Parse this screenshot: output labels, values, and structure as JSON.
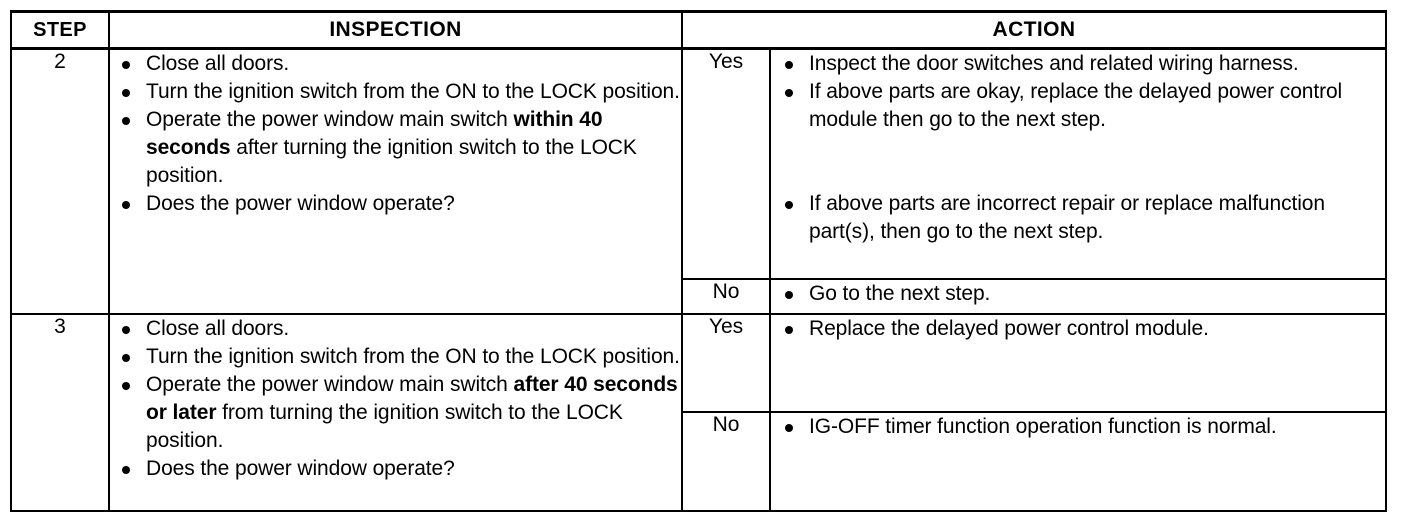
{
  "table": {
    "headers": {
      "step": "STEP",
      "inspection": "INSPECTION",
      "yes_no": "",
      "action": "ACTION"
    },
    "rows": [
      {
        "step": "2",
        "inspection": [
          {
            "parts": [
              {
                "text": "Close all doors.",
                "bold": false
              }
            ]
          },
          {
            "parts": [
              {
                "text": "Turn the ignition switch from the ON to the LOCK position.",
                "bold": false
              }
            ]
          },
          {
            "parts": [
              {
                "text": "Operate the power window main switch ",
                "bold": false
              },
              {
                "text": "within 40 seconds",
                "bold": true
              },
              {
                "text": " after turning the ignition switch to the LOCK position.",
                "bold": false
              }
            ]
          },
          {
            "parts": [
              {
                "text": "Does the power window operate?",
                "bold": false
              }
            ]
          }
        ],
        "branches": [
          {
            "label": "Yes",
            "action": [
              {
                "parts": [
                  {
                    "text": "Inspect the door switches and related wiring harness.",
                    "bold": false
                  }
                ],
                "spaced": false
              },
              {
                "parts": [
                  {
                    "text": "If above parts are okay, replace the delayed power control module then go to the next step.",
                    "bold": false
                  }
                ],
                "spaced": false
              },
              {
                "parts": [
                  {
                    "text": "If above parts are incorrect repair or replace malfunction part(s), then go to the next step.",
                    "bold": false
                  }
                ],
                "spaced": true
              }
            ]
          },
          {
            "label": "No",
            "action": [
              {
                "parts": [
                  {
                    "text": "Go to the next step.",
                    "bold": false
                  }
                ],
                "spaced": false
              }
            ]
          }
        ]
      },
      {
        "step": "3",
        "inspection": [
          {
            "parts": [
              {
                "text": "Close all doors.",
                "bold": false
              }
            ]
          },
          {
            "parts": [
              {
                "text": "Turn the ignition switch from the ON to the LOCK position.",
                "bold": false
              }
            ]
          },
          {
            "parts": [
              {
                "text": "Operate the power window main switch ",
                "bold": false
              },
              {
                "text": "after 40 seconds or later",
                "bold": true
              },
              {
                "text": " from turning the ignition switch to the LOCK position.",
                "bold": false
              }
            ]
          },
          {
            "parts": [
              {
                "text": "Does the power window operate?",
                "bold": false
              }
            ]
          }
        ],
        "branches": [
          {
            "label": "Yes",
            "action": [
              {
                "parts": [
                  {
                    "text": "Replace the delayed power control module.",
                    "bold": false
                  }
                ],
                "spaced": false
              }
            ]
          },
          {
            "label": "No",
            "action": [
              {
                "parts": [
                  {
                    "text": "IG-OFF timer function operation function is normal.",
                    "bold": false
                  }
                ],
                "spaced": false
              }
            ]
          }
        ]
      }
    ]
  },
  "colors": {
    "ink": "#000000",
    "paper": "#ffffff"
  }
}
